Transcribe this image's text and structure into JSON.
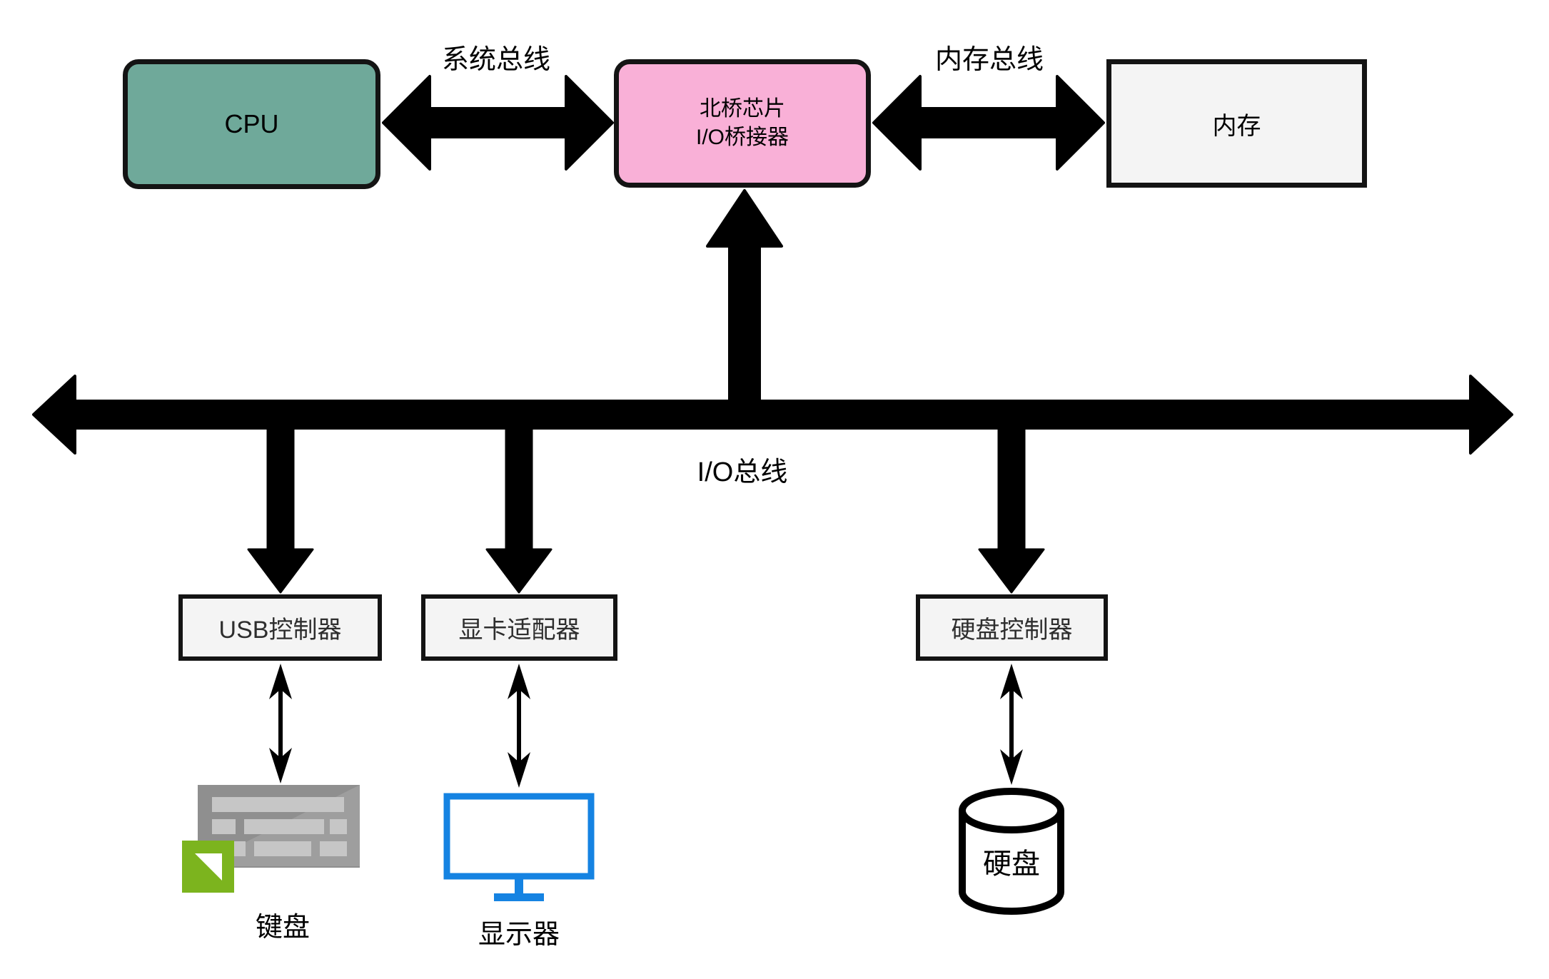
{
  "diagram": {
    "title": "computer-hardware-bus-architecture",
    "nodes": {
      "cpu": {
        "label": "CPU",
        "fill": "#6fa99a"
      },
      "northbridge": {
        "label_line1": "北桥芯片",
        "label_line2": "I/O桥接器",
        "fill": "#f9b0d7"
      },
      "memory": {
        "label": "内存",
        "fill": "#f4f4f4"
      },
      "usb_controller": {
        "label": "USB控制器",
        "fill": "#f4f4f4"
      },
      "graphics_adapter": {
        "label": "显卡适配器",
        "fill": "#f4f4f4"
      },
      "disk_controller": {
        "label": "硬盘控制器",
        "fill": "#f4f4f4"
      },
      "keyboard": {
        "label": "键盘"
      },
      "monitor": {
        "label": "显示器"
      },
      "hard_disk": {
        "label": "硬盘"
      }
    },
    "buses": {
      "system_bus": {
        "label": "系统总线"
      },
      "memory_bus": {
        "label": "内存总线"
      },
      "io_bus": {
        "label": "I/O总线"
      }
    },
    "colors": {
      "arrow": "#000000",
      "cpu_fill": "#6fa99a",
      "northbridge_fill": "#f9b0d7",
      "box_fill": "#f4f4f4",
      "monitor_blue": "#1583e2",
      "keyboard_gray": "#8f8f8f",
      "key_gray": "#c6c6c6",
      "badge_green": "#7cb41e"
    }
  }
}
